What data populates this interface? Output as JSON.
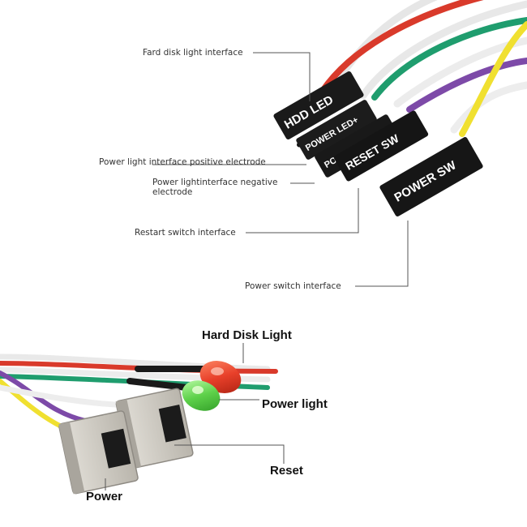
{
  "connectors": {
    "hdd_led": "HDD LED",
    "power_led_plus": "POWER LED+",
    "power_led_minus": "POWER LED−",
    "reset_sw": "RESET SW",
    "power_sw": "POWER SW"
  },
  "callouts": {
    "hdd_light_interface": "Fard disk light interface",
    "power_light_positive": "Power light interface positive electrode",
    "power_light_negative": "Power lightinterface negative electrode",
    "restart_switch": "Restart switch interface",
    "power_switch": "Power switch interface"
  },
  "components": {
    "hard_disk_light": "Hard Disk Light",
    "power_light": "Power light",
    "reset": "Reset",
    "power": "Power"
  },
  "colors": {
    "red_wire": "#d93a2b",
    "green_wire": "#1f9d6e",
    "purple_wire": "#7d4aa8",
    "yellow_wire": "#f0e030",
    "white_wire": "#ececec",
    "connector_black": "#1a1a1a",
    "led_red": "#e8402a",
    "led_green": "#5ed14a",
    "switch_gray": "#cfccc4"
  }
}
